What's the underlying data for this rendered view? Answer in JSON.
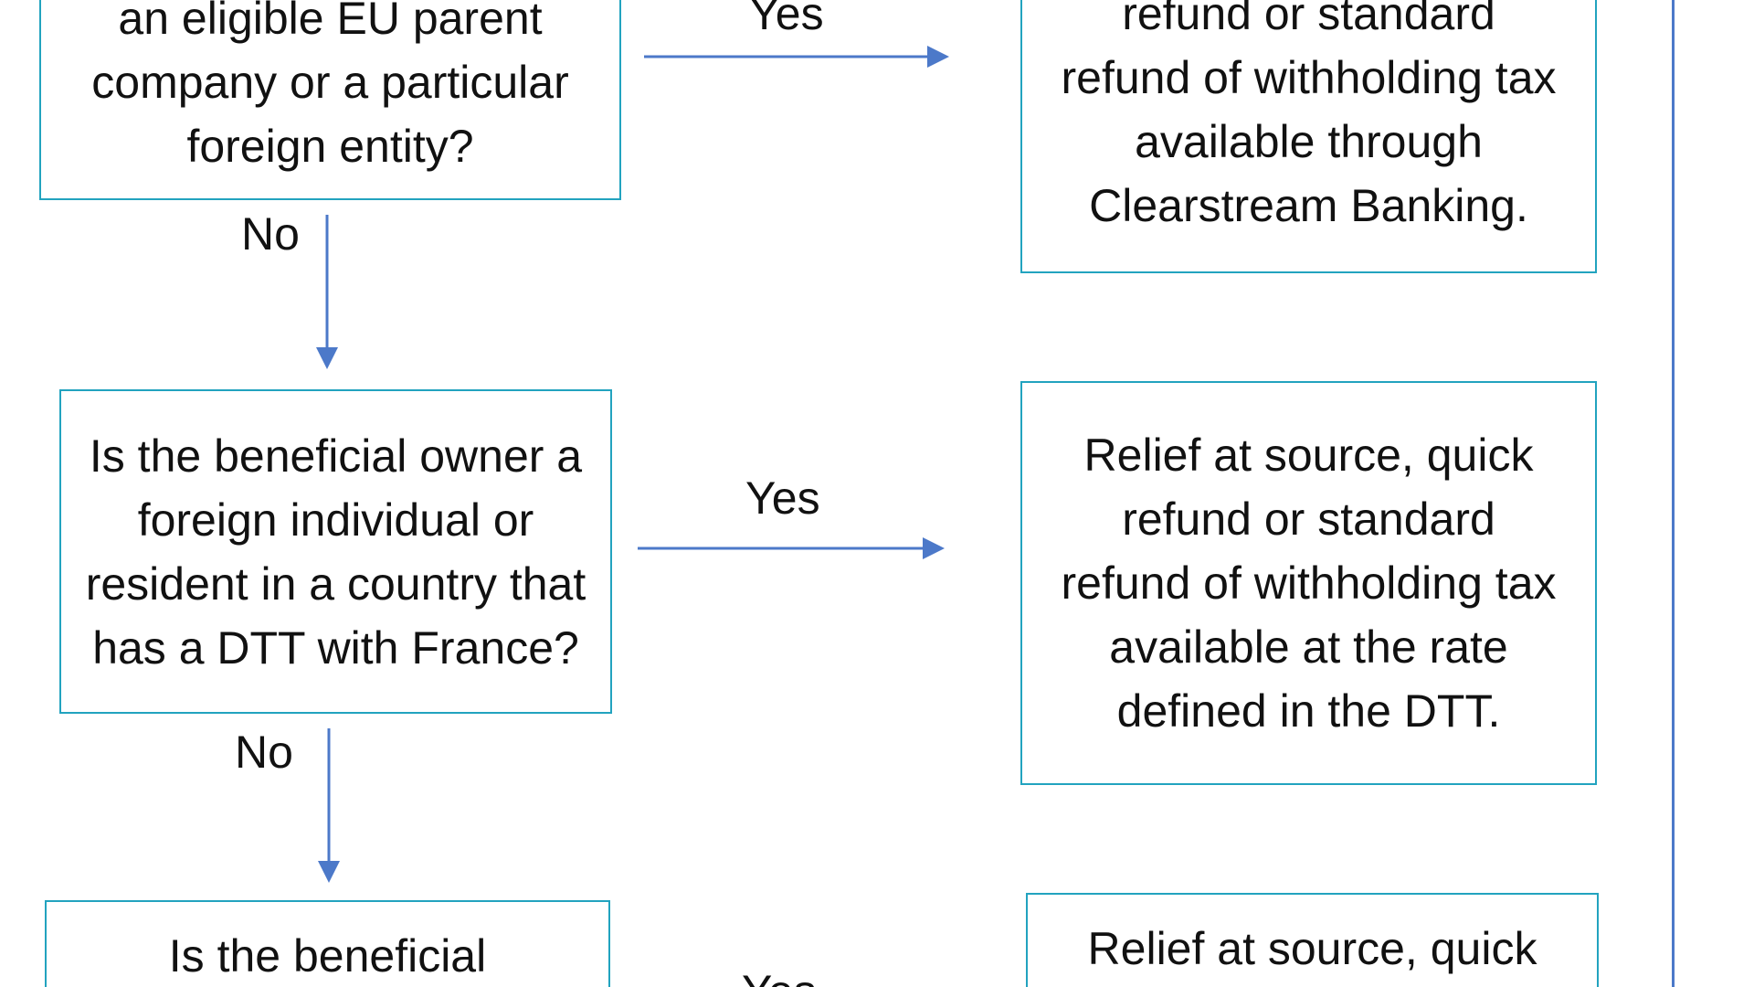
{
  "diagram": {
    "questions": [
      {
        "id": "q1",
        "text": "an eligible EU parent company or a particular foreign entity?"
      },
      {
        "id": "q2",
        "text": "Is the beneficial owner a foreign individual or resident in a country that has a DTT with France?"
      },
      {
        "id": "q3",
        "text": "Is the beneficial"
      }
    ],
    "outcomes": [
      {
        "id": "o1",
        "text": "refund or standard refund of withholding tax available through Clearstream Banking."
      },
      {
        "id": "o2",
        "text": "Relief at source, quick refund or standard refund of withholding tax available at the rate defined in the DTT."
      },
      {
        "id": "o3",
        "text": "Relief at source, quick"
      }
    ],
    "edge_labels": {
      "yes_1": "Yes",
      "no_1": "No",
      "yes_2": "Yes",
      "no_2": "No",
      "yes_3": "Yes"
    },
    "colors": {
      "box_border": "#22a3bf",
      "arrow": "#4c79c9",
      "text": "#111111"
    }
  }
}
